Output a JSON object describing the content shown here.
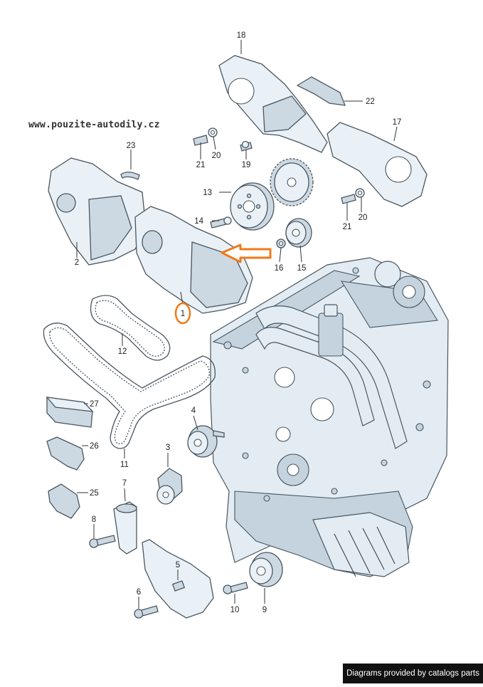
{
  "watermark": "www.pouzite-autodily.cz",
  "footer": "Diagrams provided by catalogs parts",
  "colors": {
    "highlight": "#f07a1a",
    "line": "#4a5660",
    "fill": "#eaf1f6"
  },
  "labels": {
    "l1": "1",
    "l2": "2",
    "l3": "3",
    "l4": "4",
    "l5": "5",
    "l6": "6",
    "l7": "7",
    "l8": "8",
    "l9": "9",
    "l10": "10",
    "l11": "11",
    "l12": "12",
    "l13": "13",
    "l14": "14",
    "l15": "15",
    "l16": "16",
    "l17": "17",
    "l18": "18",
    "l19": "19",
    "l20a": "20",
    "l20b": "20",
    "l21a": "21",
    "l21b": "21",
    "l22": "22",
    "l23": "23",
    "l25": "25",
    "l26": "26",
    "l27": "27"
  },
  "highlighted_part": "1"
}
